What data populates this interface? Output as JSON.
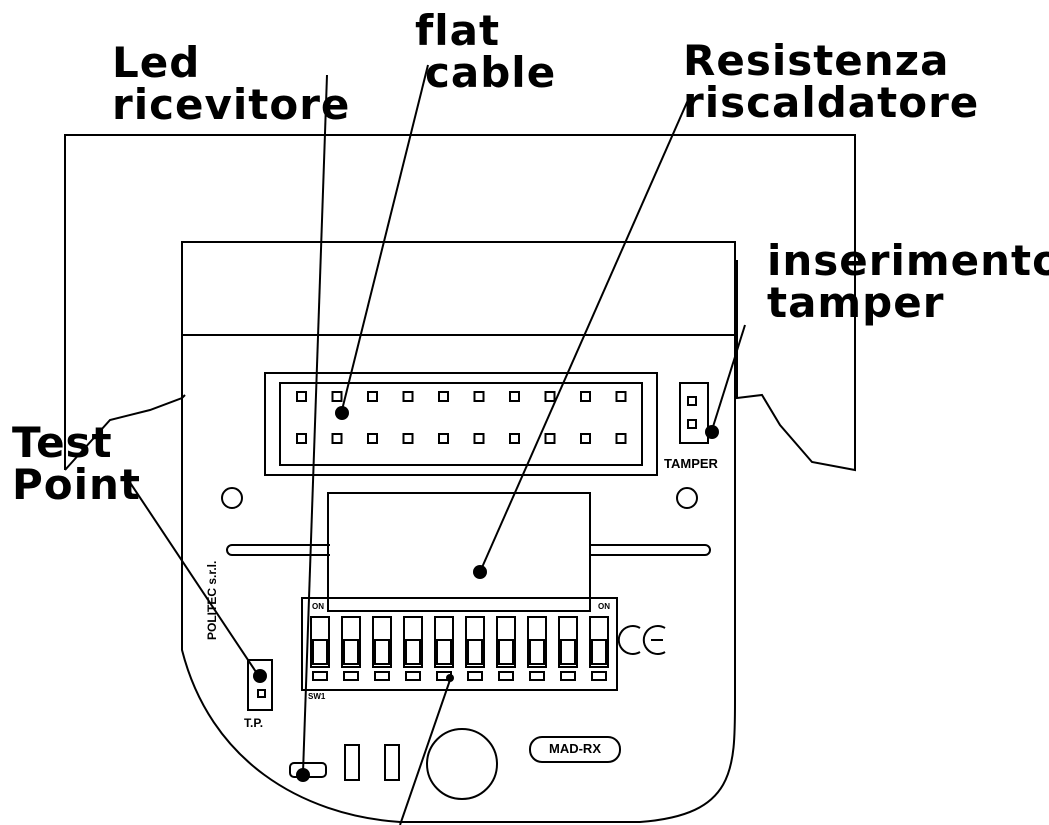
{
  "callouts": {
    "led_ricevitore": [
      "Led",
      "ricevitore"
    ],
    "flat_cable": [
      "flat",
      "cable"
    ],
    "resistenza": [
      "Resistenza",
      "riscaldatore"
    ],
    "inserimento": [
      "inserimento",
      "tamper"
    ],
    "test_point": [
      "Test",
      "Point"
    ]
  },
  "board_labels": {
    "tamper": "TAMPER",
    "tp": "T.P.",
    "brand": "POLITEC s.r.l.",
    "model": "MAD-RX",
    "ce": "CE",
    "dip_on": "ON",
    "dip_sw": "SW1"
  },
  "colors": {
    "ink": "#000000",
    "paper": "#ffffff"
  }
}
